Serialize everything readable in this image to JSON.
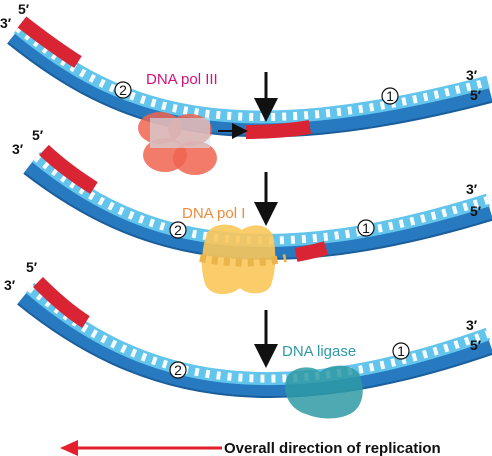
{
  "colors": {
    "template_strand": "#1e72b8",
    "new_strand": "#63c4ec",
    "rna_primer": "#d92433",
    "dna_pol_iii": "#f06450",
    "dna_pol_i": "#fbc75a",
    "dna_ligase": "#2f9aa4",
    "arrow": "#e21f2b"
  },
  "panels": [
    {
      "end_labels": {
        "top_left_5": "5′",
        "left_3": "3′",
        "right_3": "3′",
        "right_5": "5′"
      },
      "enzyme": {
        "name": "DNA pol III",
        "color": "#d3127a"
      },
      "fragment_numbers": {
        "left": "2",
        "right": "1"
      }
    },
    {
      "end_labels": {
        "top_left_5": "5′",
        "left_3": "3′",
        "right_3": "3′",
        "right_5": "5′"
      },
      "enzyme": {
        "name": "DNA pol I",
        "color": "#f08a3c"
      },
      "fragment_numbers": {
        "left": "2",
        "right": "1"
      }
    },
    {
      "end_labels": {
        "top_left_5": "5′",
        "left_3": "3′",
        "right_3": "3′",
        "right_5": "5′"
      },
      "enzyme": {
        "name": "DNA ligase",
        "color": "#2f9aa4"
      },
      "fragment_numbers": {
        "left": "2",
        "right": "1"
      }
    }
  ],
  "footer": {
    "caption": "Overall direction of replication"
  }
}
